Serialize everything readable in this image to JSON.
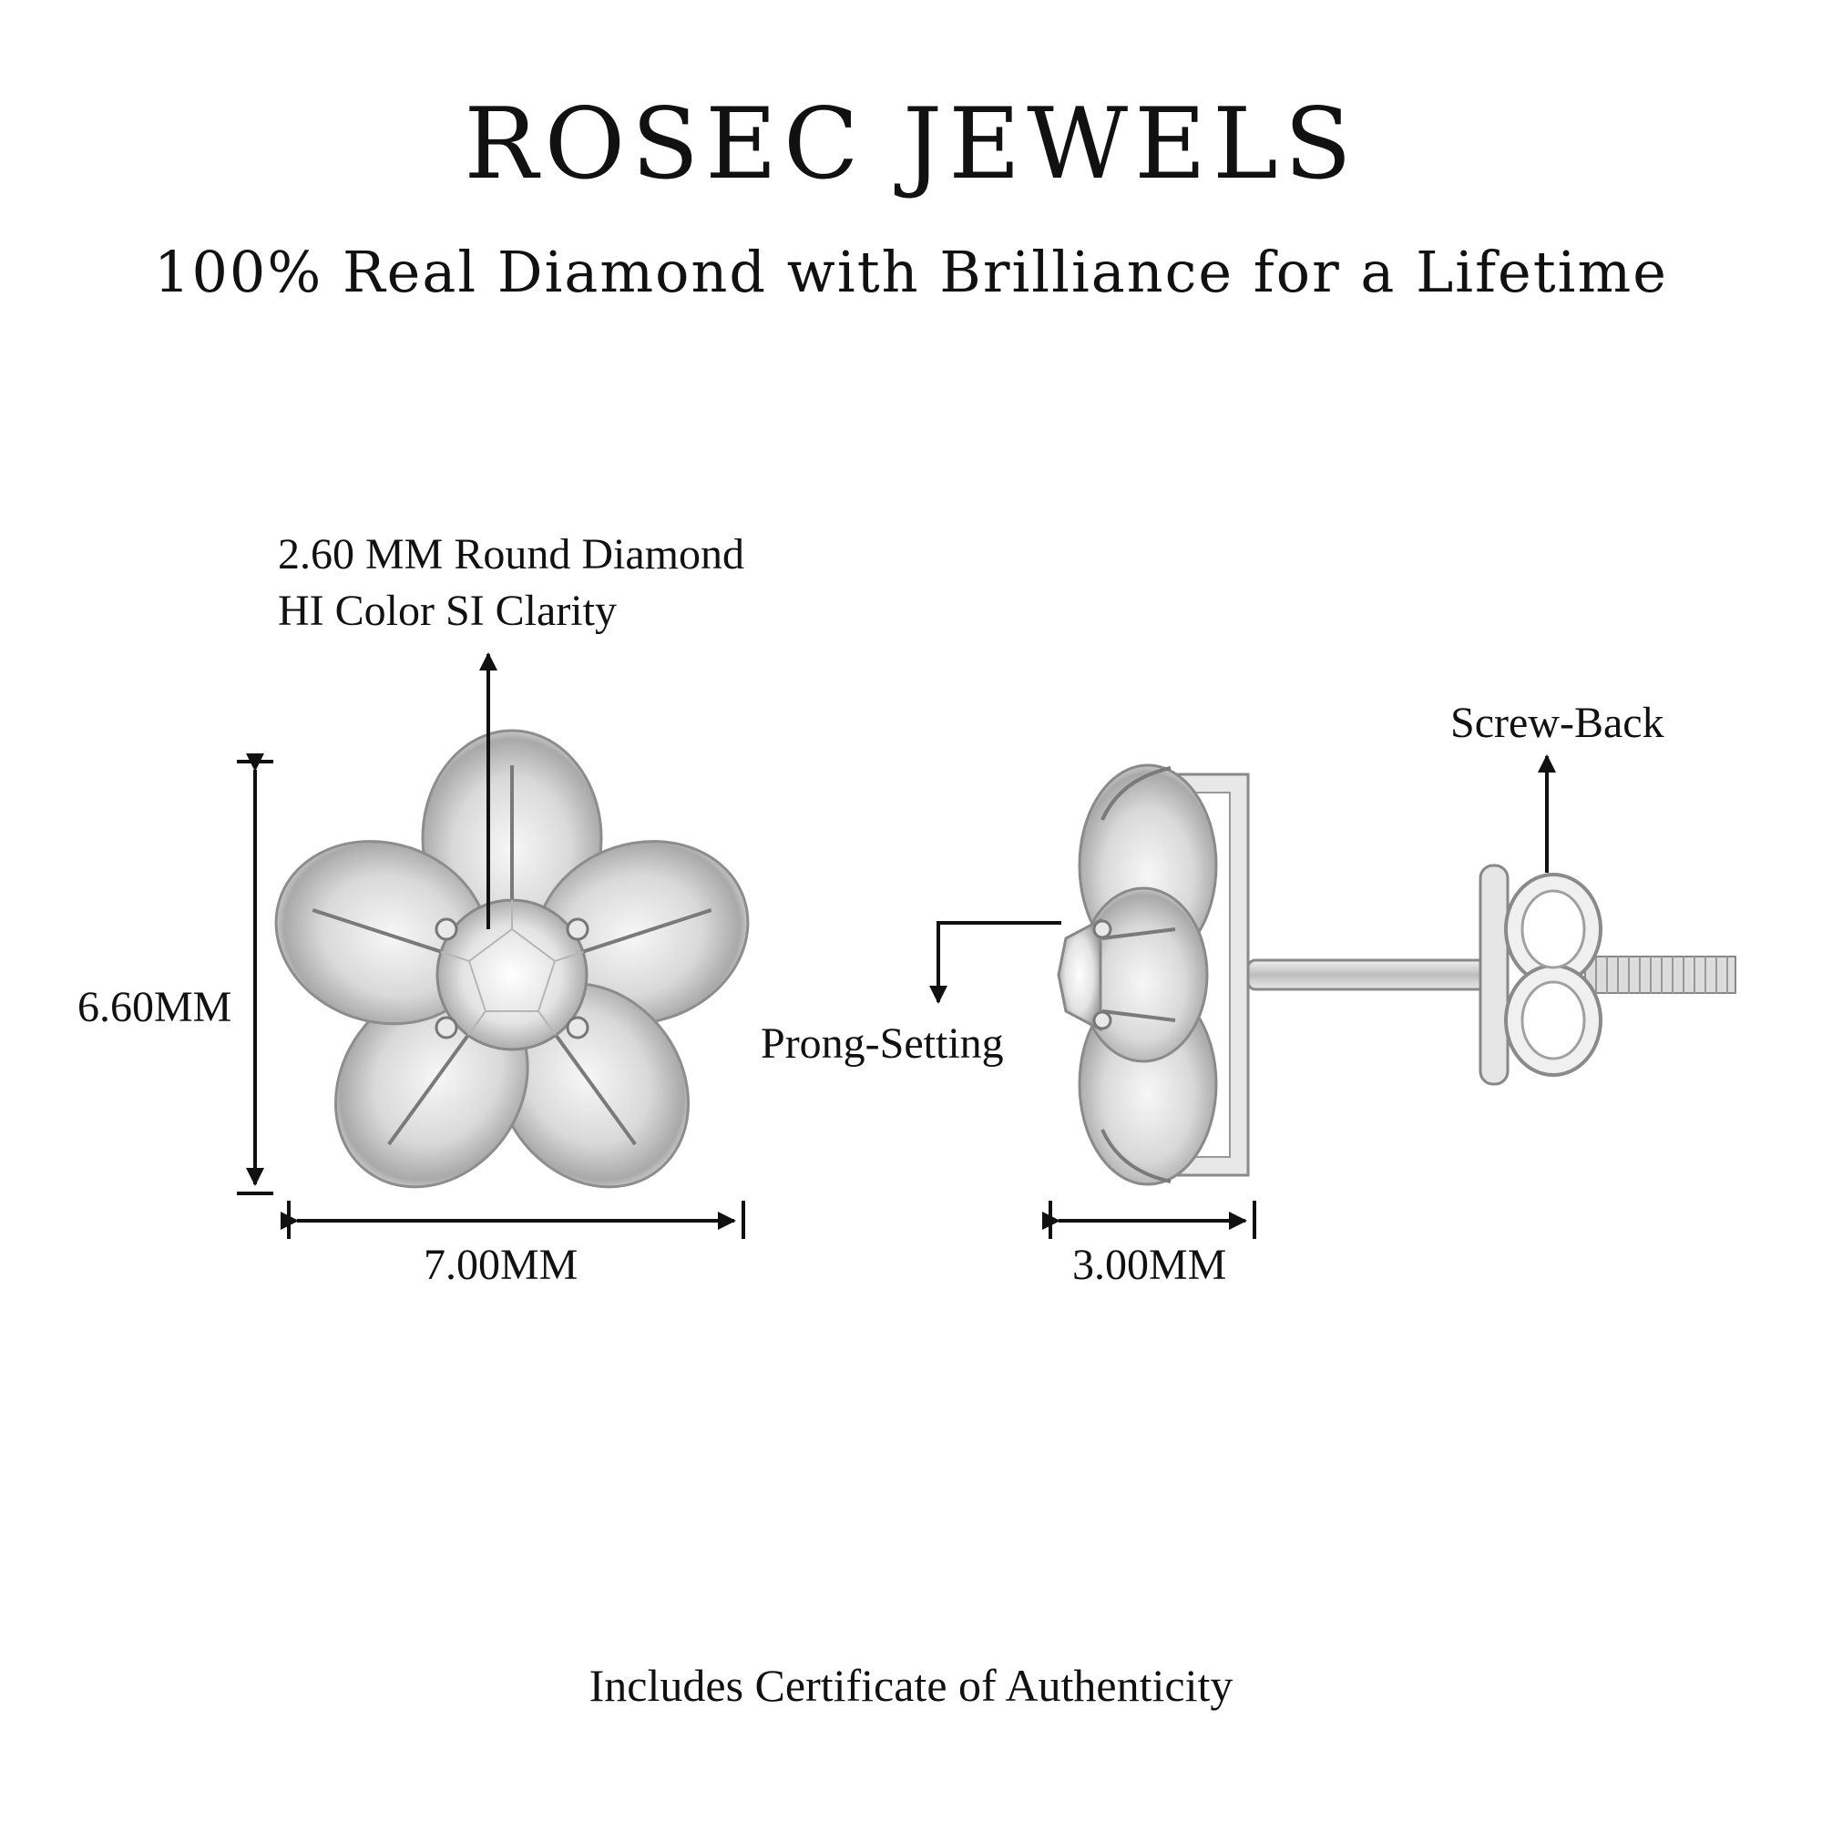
{
  "header": {
    "brand": "ROSEC JEWELS",
    "tagline": "100% Real Diamond with Brilliance for a Lifetime"
  },
  "front_view": {
    "diamond_spec_line1": "2.60 MM Round Diamond",
    "diamond_spec_line2": "HI Color SI Clarity",
    "height": "6.60MM",
    "width": "7.00MM"
  },
  "side_view": {
    "prong_label": "Prong-Setting",
    "screw_label": "Screw-Back",
    "depth": "3.00MM"
  },
  "footer": {
    "certificate": "Includes Certificate of Authenticity"
  },
  "colors": {
    "metal_light": "#f4f4f4",
    "metal_mid": "#cfcfcf",
    "metal_dark": "#8a8a8a",
    "line": "#111111"
  }
}
